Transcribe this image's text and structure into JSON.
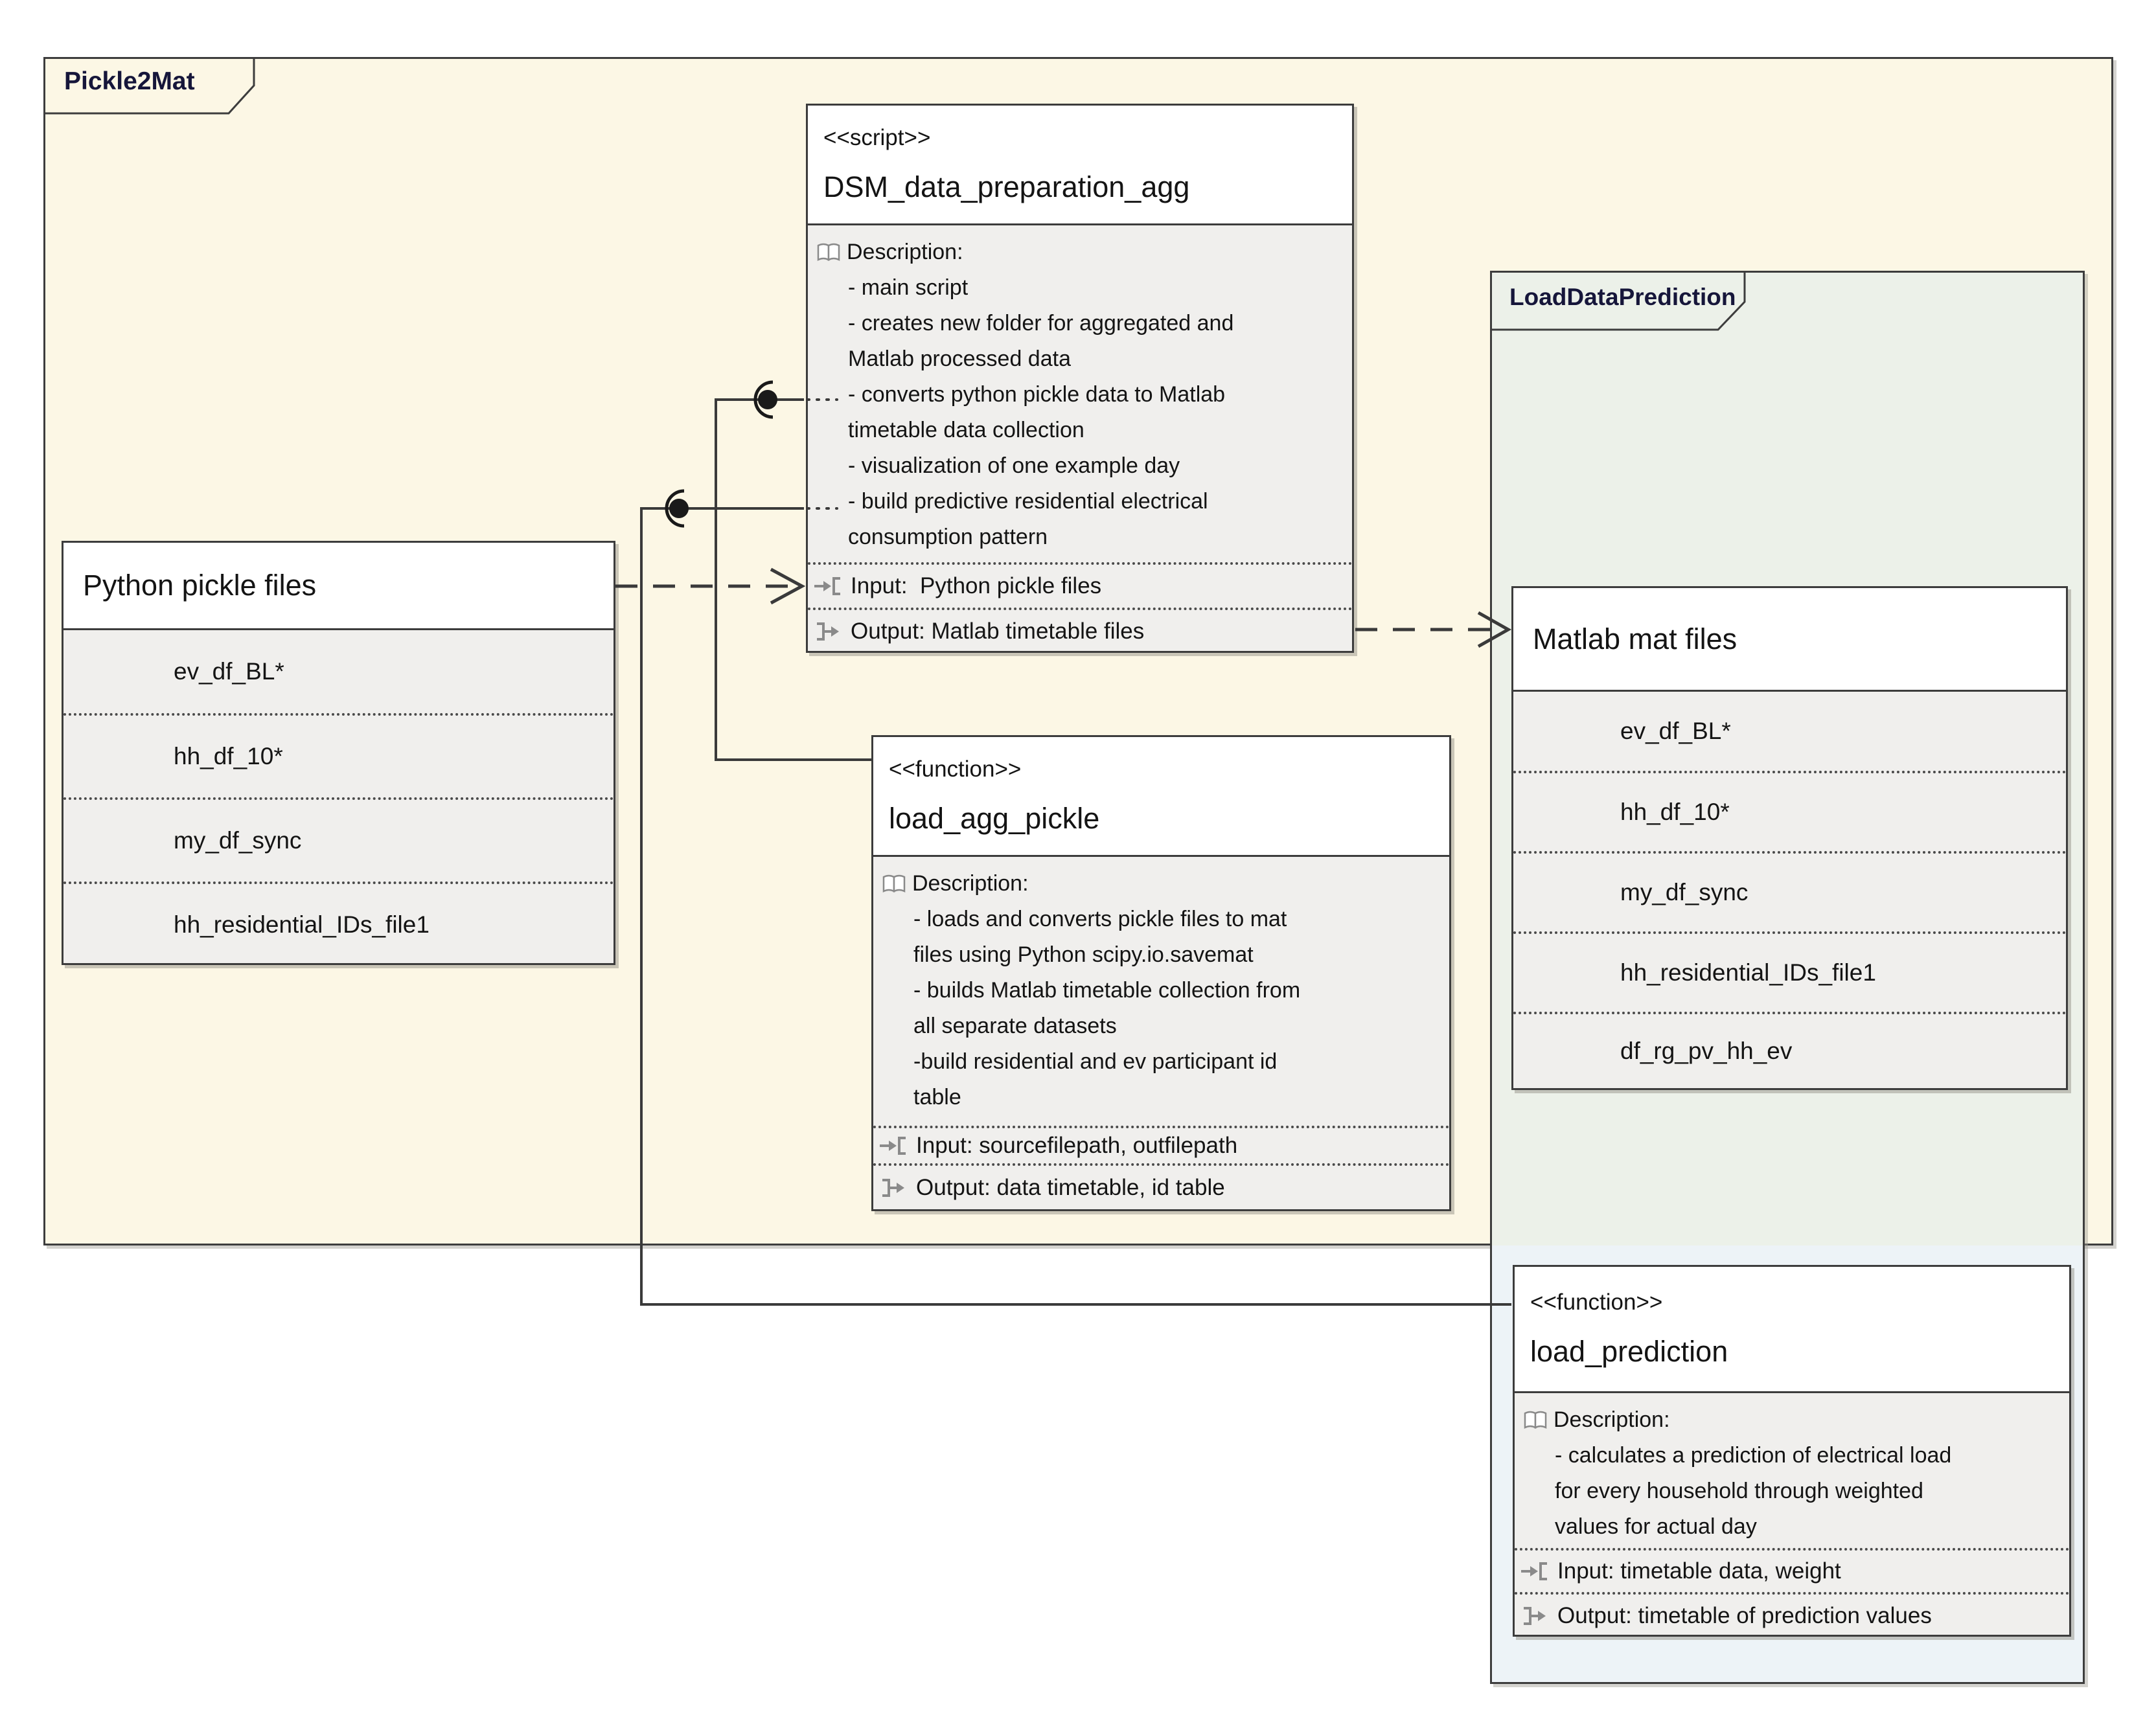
{
  "diagram": {
    "packages": {
      "pickle2mat": {
        "label": "Pickle2Mat"
      },
      "load_data_prediction": {
        "label": "LoadDataPrediction"
      }
    },
    "boxes": {
      "dsm": {
        "stereotype": "<<script>>",
        "title": "DSM_data_preparation_agg",
        "description_label": "Description:",
        "desc_lines": [
          "- main script",
          "- creates new folder for aggregated and",
          "Matlab processed data",
          "- converts python pickle data to Matlab",
          "timetable data collection",
          "- visualization of one example day",
          "- build predictive residential electrical",
          "consumption pattern"
        ],
        "input": "Input:  Python pickle files",
        "output": "Output: Matlab timetable files"
      },
      "python_pickle_files": {
        "title": "Python pickle files",
        "items": [
          "ev_df_BL*",
          "hh_df_10*",
          "my_df_sync",
          "hh_residential_IDs_file1"
        ]
      },
      "load_agg_pickle": {
        "stereotype": "<<function>>",
        "title": "load_agg_pickle",
        "description_label": "Description:",
        "desc_lines": [
          "- loads and converts pickle files to mat",
          "files using Python scipy.io.savemat",
          "- builds Matlab timetable collection from",
          "all separate datasets",
          "-build residential and ev participant id",
          "table"
        ],
        "input": "Input: sourcefilepath, outfilepath",
        "output": "Output: data timetable, id table"
      },
      "matlab_mat_files": {
        "title": "Matlab mat files",
        "items": [
          "ev_df_BL*",
          "hh_df_10*",
          "my_df_sync",
          "hh_residential_IDs_file1",
          "df_rg_pv_hh_ev"
        ]
      },
      "load_prediction": {
        "stereotype": "<<function>>",
        "title": "load_prediction",
        "description_label": "Description:",
        "desc_lines": [
          "- calculates a prediction of electrical load",
          "for every household through weighted",
          "values for actual day"
        ],
        "input": "Input: timetable data, weight",
        "output": "Output: timetable of prediction values"
      }
    },
    "colors": {
      "package_pickle2mat_fill": "#fcf7e5",
      "package_loaddataprediction_fill_top": "#ecf1e9",
      "package_loaddataprediction_fill_bottom": "#edf3f7",
      "box_header_fill": "#ffffff",
      "box_body_fill": "#f0efed",
      "border": "#3c3c3c"
    }
  }
}
